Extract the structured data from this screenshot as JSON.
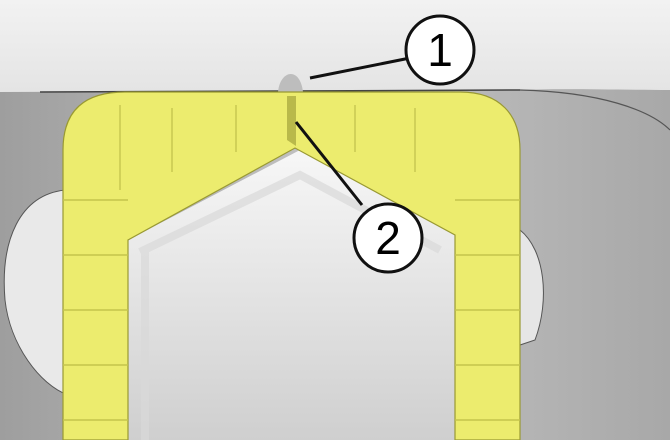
{
  "figure": {
    "callouts": [
      {
        "id": "1",
        "label": "1"
      },
      {
        "id": "2",
        "label": "2"
      }
    ]
  },
  "colors": {
    "clip_yellow": "#ecec6e",
    "clip_yellow_dark": "#d8d84c",
    "housing_gray": "#b9b9b9",
    "top_surface": "#eeeeee",
    "outline": "#1a1a1a"
  }
}
